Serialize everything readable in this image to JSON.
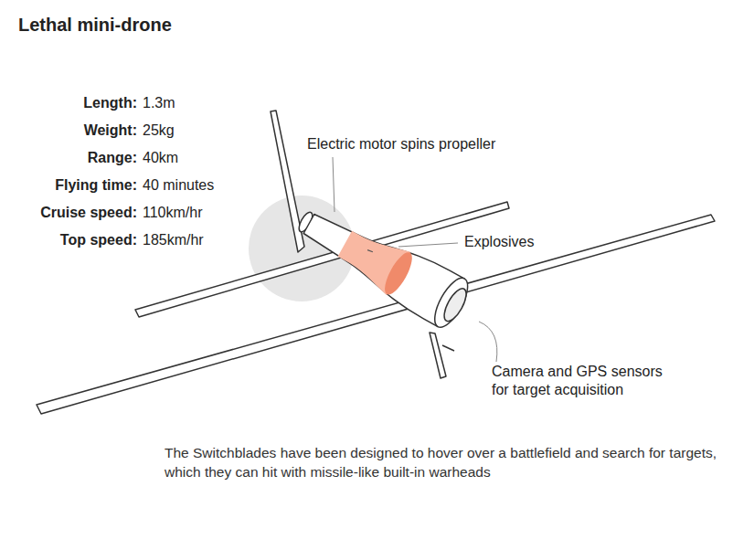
{
  "diagram": {
    "title": "Lethal mini-drone",
    "caption": "The Switchblades have been designed to hover over a battlefield and search for targets, which they can hit with missile-like built-in warheads",
    "labels": [
      "Length:",
      "1.3m",
      "Weight:",
      "25kg",
      "Range:",
      "40km",
      "Flying time:",
      "40 minutes",
      "Cruise speed:",
      "110km/hr",
      "Top speed:",
      "185km/hr",
      "Electric motor spins propeller",
      "Explosives",
      "Camera and GPS sensors for target acquisition"
    ]
  }
}
